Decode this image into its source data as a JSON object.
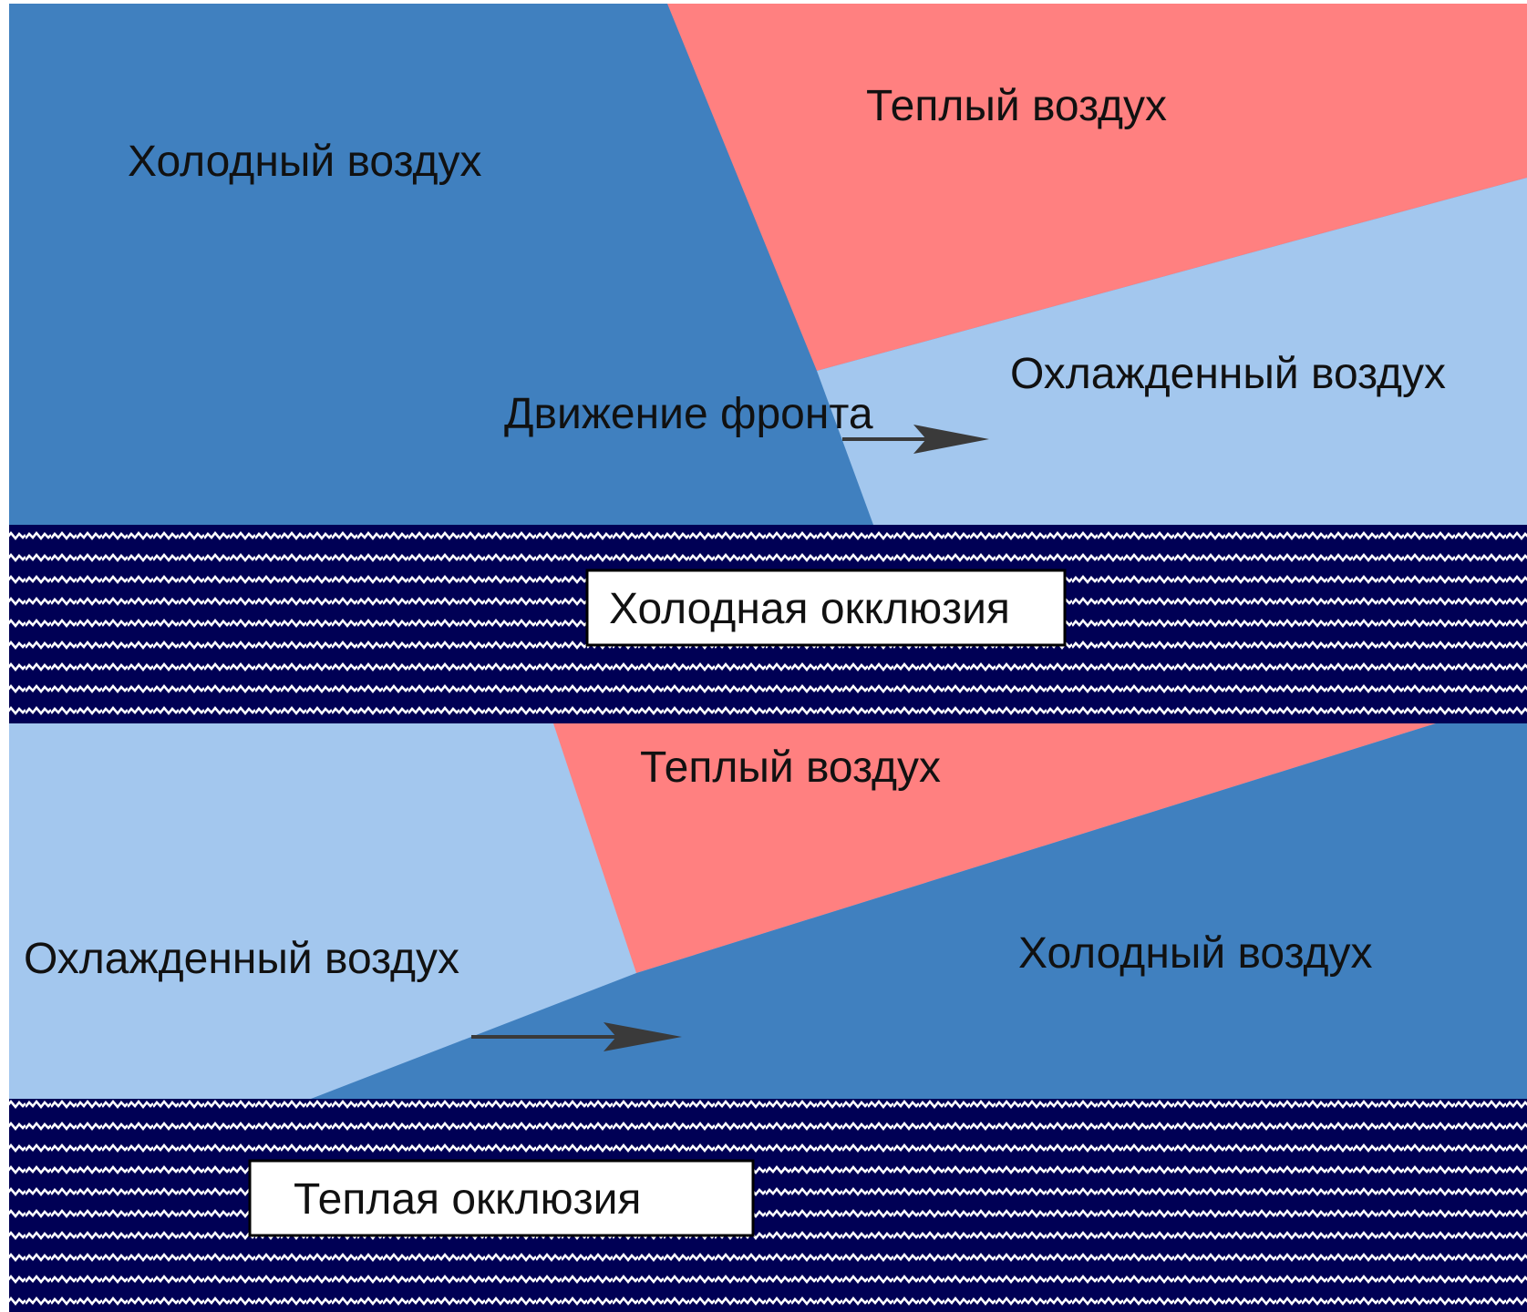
{
  "colors": {
    "cold_air": "#4080bf",
    "warm_air": "#ff8080",
    "cooled_air": "#a3c7ee",
    "ground_band": "#000055",
    "wave_pattern": "#ffffff",
    "arrow": "#3a3a3a",
    "label_box_fill": "#ffffff",
    "label_box_border": "#000000"
  },
  "top_panel": {
    "cold_air_label": "Холодный воздух",
    "warm_air_label": "Теплый воздух",
    "cooled_air_label": "Охлажденный воздух",
    "front_motion_label": "Движение фронта",
    "occlusion_label": "Холодная окклюзия"
  },
  "bottom_panel": {
    "cooled_air_label": "Охлажденный воздух",
    "warm_air_label": "Теплый воздух",
    "cold_air_label": "Холодный воздух",
    "occlusion_label": "Теплая окклюзия"
  }
}
